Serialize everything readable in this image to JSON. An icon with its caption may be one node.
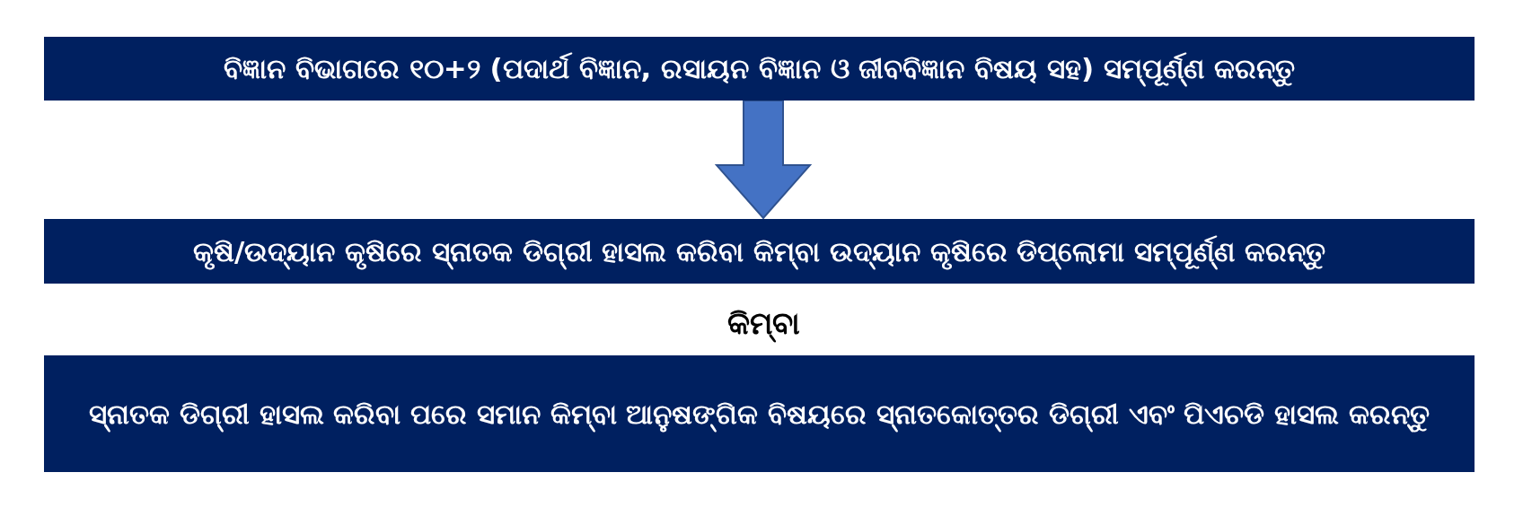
{
  "diagram": {
    "nodes": [
      {
        "text": [
          "ବିଜ୍ଞାନ ବିଭାଗରେ ୧୦+୨ (ପଦାର୍ଥ ବିଜ୍ଞାନ, ରସାୟନ ବିଜ୍ଞାନ ଓ ଜୀବବିଜ୍ଞାନ ବିଷୟ ସହ) ସମ୍ପୂର୍ଣ୍ଣ କରନ୍ତୁ"
        ]
      },
      {
        "text": [
          "କୃଷି/ଉଦ୍ୟାନ କୃଷିରେ ସ୍ନାତକ ଡିଗ୍ରୀ ହାସଲ କରିବା କିମ୍ବା ଉଦ୍ୟାନ କୃଷିରେ ଡିପ୍ଲୋମା ସମ୍ପୂର୍ଣ୍ଣ କରନ୍ତୁ"
        ]
      },
      {
        "text": [
          "ସ୍ନାତକ ଡିଗ୍ରୀ ହାସଲ କରିବା ପରେ ସମାନ କିମ୍ବା ଆନୁଷଙ୍ଗିକ ବିଷୟରେ ସ୍ନାତକୋତ୍ତର ଡିଗ୍ରୀ ଏବଂ ପିଏଚଡି ହାସଲ କରନ୍ତୁ"
        ]
      }
    ],
    "edges": [
      {
        "from": 0,
        "to": 1,
        "arrow": "to"
      }
    ],
    "labels": [
      "କିମ୍ବା"
    ]
  }
}
